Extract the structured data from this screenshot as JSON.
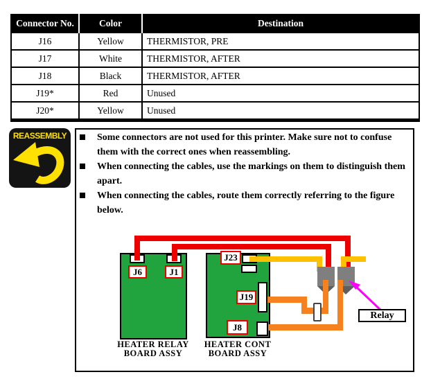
{
  "table": {
    "headers": [
      "Connector No.",
      "Color",
      "Destination"
    ],
    "rows": [
      {
        "connector": "J16",
        "color": "Yellow",
        "destination": "THERMISTOR, PRE"
      },
      {
        "connector": "J17",
        "color": "White",
        "destination": "THERMISTOR, AFTER"
      },
      {
        "connector": "J18",
        "color": "Black",
        "destination": "THERMISTOR, AFTER"
      },
      {
        "connector": "J19*",
        "color": "Red",
        "destination": "Unused"
      },
      {
        "connector": "J20*",
        "color": "Yellow",
        "destination": "Unused"
      }
    ]
  },
  "reassembly": {
    "badge_label": "REASSEMBLY",
    "notes": [
      "Some connectors are not used for this printer. Make sure not to confuse them with the correct ones when reassembling.",
      "When connecting the cables, use the markings on them to distinguish them apart.",
      "When connecting the cables, route them correctly referring to the figure below."
    ]
  },
  "figure": {
    "boards": [
      {
        "caption_line1": "HEATER RELAY",
        "caption_line2": "BOARD ASSY",
        "connectors": [
          "J6",
          "J1"
        ]
      },
      {
        "caption_line1": "HEATER CONT",
        "caption_line2": "BOARD ASSY",
        "connectors": [
          "J23",
          "J19",
          "J8"
        ]
      }
    ],
    "labels": {
      "j6": "J6",
      "j1": "J1",
      "j23": "J23",
      "j19": "J19",
      "j8": "J8"
    },
    "relay_label": "Relay",
    "connections": [
      {
        "from": "J6",
        "to": "relay-right",
        "color": "red"
      },
      {
        "from": "J1",
        "to": "relay-left",
        "color": "red"
      },
      {
        "from": "J23",
        "to": "relay-left",
        "color": "yellow"
      },
      {
        "from": "relay-right",
        "to": "off-figure-right",
        "color": "yellow"
      },
      {
        "from": "J19",
        "to": "relay-left",
        "color": "orange",
        "through": "inline bead"
      },
      {
        "from": "J8",
        "to": "relay-right",
        "color": "orange"
      }
    ],
    "colors": {
      "wire_red": "#ee0000",
      "wire_yellow": "#ffc000",
      "wire_orange": "#f5821f",
      "board_green": "#21a43d",
      "relay_gray": "#7f7f7f",
      "relay_tip_gray": "#5f5f5f",
      "arrow_magenta": "#ff00ff",
      "badge_yellow": "#ffe000",
      "label_border_red": "#ee0000"
    }
  }
}
